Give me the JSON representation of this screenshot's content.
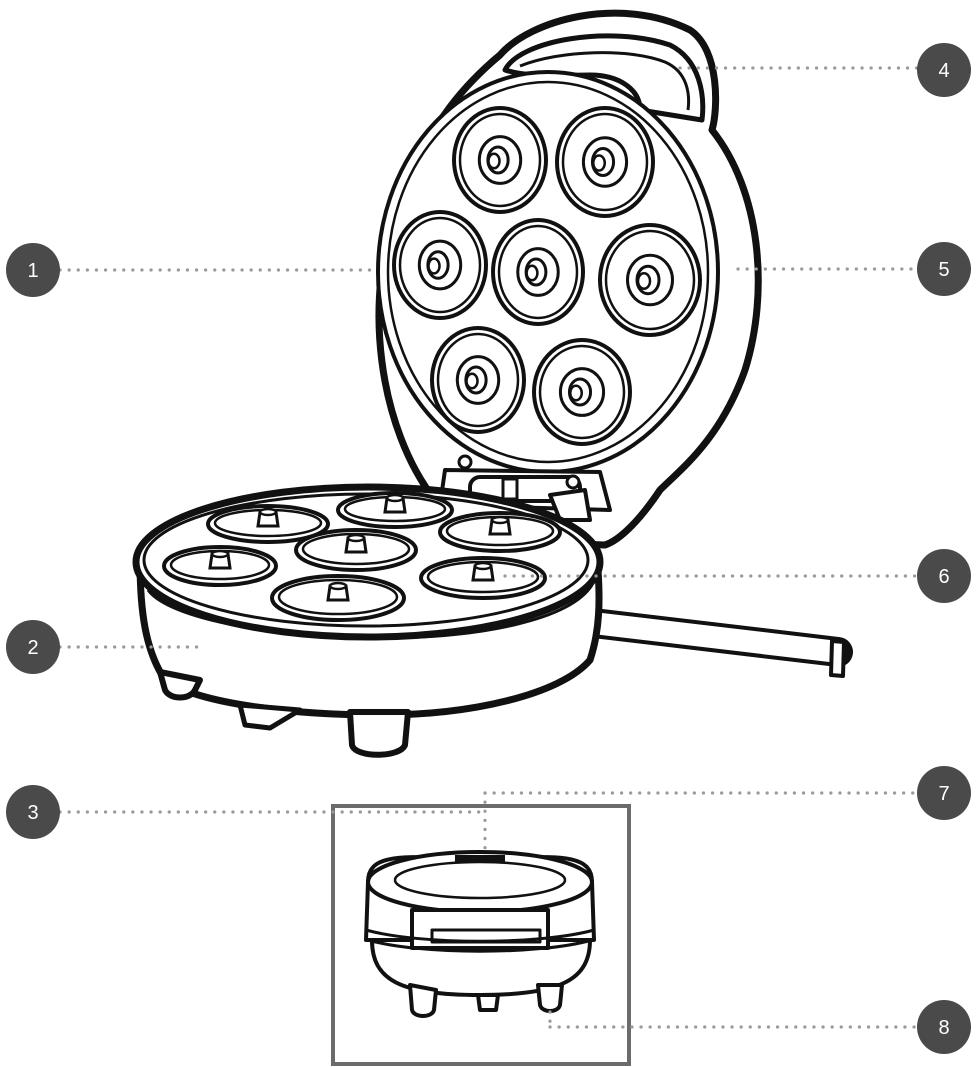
{
  "colors": {
    "badge_fill": "#4a4a4a",
    "badge_text": "#ffffff",
    "leader_dots": "#9a9a9a",
    "outline": "#111111",
    "inset_frame": "#6b6b6b"
  },
  "callouts": [
    {
      "id": "1",
      "label": "1"
    },
    {
      "id": "2",
      "label": "2"
    },
    {
      "id": "3",
      "label": "3"
    },
    {
      "id": "4",
      "label": "4"
    },
    {
      "id": "5",
      "label": "5"
    },
    {
      "id": "6",
      "label": "6"
    },
    {
      "id": "7",
      "label": "7"
    },
    {
      "id": "8",
      "label": "8"
    }
  ]
}
